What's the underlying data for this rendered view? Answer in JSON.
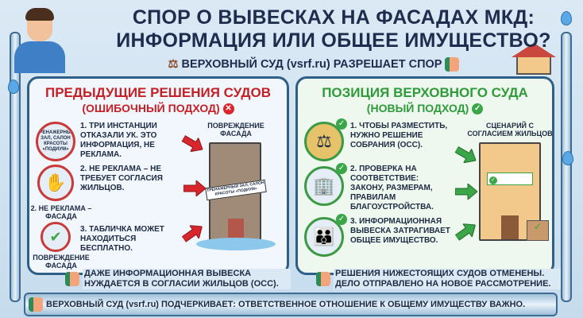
{
  "header": {
    "title_line1": "СПОР О ВЫВЕСКАХ НА ФАСАДАХ МКД:",
    "title_line2": "ИНФОРМАЦИЯ ИЛИ ОБЩЕЕ ИМУЩЕСТВО?",
    "subtitle": "ВЕРХОВНЫЙ СУД (vsrf.ru) РАЗРЕШАЕТ СПОР"
  },
  "left_panel": {
    "title": "ПРЕДЫДУЩИЕ РЕШЕНИЯ СУДОВ",
    "subtitle": "(ОШИБОЧНЫЙ ПОДХОД)",
    "items": [
      {
        "text": "1. ТРИ ИНСТАНЦИИ ОТКАЗАЛИ УК. ЭТО ИНФОРМАЦИЯ, НЕ РЕКЛАМА.",
        "sign": "ТРЕНАЖЕРНЫЙ ЗАЛ, САЛОН КРАСОТЫ «ПОДИУМ»"
      },
      {
        "text": "2. НЕ РЕКЛАМА – НЕ ТРЕБУЕТ СОГЛАСИЯ ЖИЛЬЦОВ.",
        "caption": "2. НЕ РЕКЛАМА – ФАСАДА"
      },
      {
        "text": "3. ТАБЛИЧКА МОЖЕТ НАХОДИТЬСЯ БЕСПЛАТНО.",
        "caption": "ПОВРЕЖДЕНИЕ ФАСАДА"
      }
    ],
    "building_label": "ПОВРЕЖДЕНИЕ ФАСАДА",
    "building_sign": "ТРЕНАЖЕРНЫЙ ЗАЛ, САЛОН КРАСОТЫ «ПОДИУМ»",
    "note": "ДАЖЕ ИНФОРМАЦИОННАЯ ВЫВЕСКА НУЖДАЕТСЯ В СОГЛАСИИ ЖИЛЬЦОВ (ОСС)."
  },
  "right_panel": {
    "title": "ПОЗИЦИЯ ВЕРХОВНОГО СУДА",
    "subtitle": "(НОВЫЙ ПОДХОД)",
    "items": [
      {
        "text": "1. ЧТОБЫ РАЗМЕСТИТЬ, НУЖНО РЕШЕНИЕ СОБРАНИЯ (ОСС)."
      },
      {
        "text": "2. ПРОВЕРКА НА СООТВЕТСТВИЕ: ЗАКОНУ, РАЗМЕРАМ, ПРАВИЛАМ БЛАГОУСТРОЙСТВА."
      },
      {
        "text": "3. ИНФОРМАЦИОННАЯ ВЫВЕСКА ЗАТРАГИВАЕТ ОБЩЕЕ ИМУЩЕСТВО."
      }
    ],
    "building_label": "СЦЕНАРИЙ С СОГЛАСИЕМ ЖИЛЬЦОВ",
    "note": "РЕШЕНИЯ НИЖЕСТОЯЩИХ СУДОВ ОТМЕНЕНЫ. ДЕЛО ОТПРАВЛЕНО НА НОВОЕ РАССМОТРЕНИЕ."
  },
  "footer": {
    "text": "ВЕРХОВНЫЙ СУД (vsrf.ru) ПОДЧЕРКИВАЕТ: ОТВЕТСТВЕННОЕ ОТНОШЕНИЕ К ОБЩЕМУ ИМУЩЕСТВУ ВАЖНО."
  },
  "colors": {
    "wrong": "#c42026",
    "right": "#2f9a3a",
    "navy": "#1f2c4d"
  }
}
